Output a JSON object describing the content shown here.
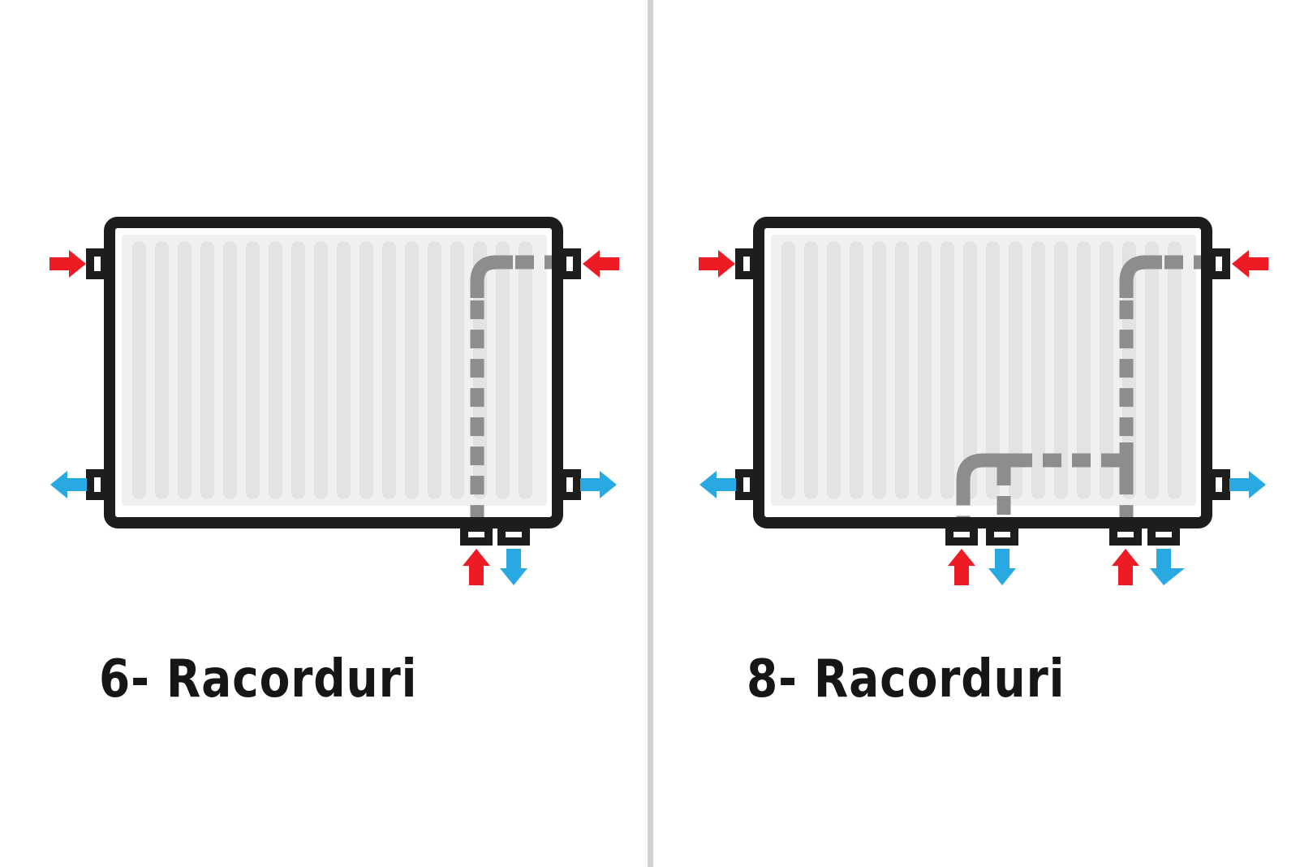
{
  "colors": {
    "paper": "#ffffff",
    "ink": "#161616",
    "outline": "#1d1d1b",
    "hot": "#ed1c24",
    "cold": "#29a9e1",
    "pipe": "#8d8d8d",
    "divider": "#d2d2d2",
    "panel": "#f0f0f0",
    "fin": "#e3e3e3"
  },
  "diagrams": [
    {
      "label": "6- Racorduri",
      "connections": 6,
      "ports": [
        {
          "position": "left-top",
          "flow": "hot-in",
          "arrow": "right"
        },
        {
          "position": "left-bottom",
          "flow": "cold-out",
          "arrow": "left"
        },
        {
          "position": "right-top",
          "flow": "hot-in",
          "arrow": "left"
        },
        {
          "position": "right-bottom",
          "flow": "cold-out",
          "arrow": "right"
        },
        {
          "position": "bottom-1",
          "flow": "hot-in",
          "arrow": "up"
        },
        {
          "position": "bottom-2",
          "flow": "cold-out",
          "arrow": "down"
        }
      ]
    },
    {
      "label": "8- Racorduri",
      "connections": 8,
      "ports": [
        {
          "position": "left-top",
          "flow": "hot-in",
          "arrow": "right"
        },
        {
          "position": "left-bottom",
          "flow": "cold-out",
          "arrow": "left"
        },
        {
          "position": "right-top",
          "flow": "hot-in",
          "arrow": "left"
        },
        {
          "position": "right-bottom",
          "flow": "cold-out",
          "arrow": "right"
        },
        {
          "position": "bottom-1",
          "flow": "hot-in",
          "arrow": "up"
        },
        {
          "position": "bottom-2",
          "flow": "cold-out",
          "arrow": "down"
        },
        {
          "position": "bottom-3",
          "flow": "hot-in",
          "arrow": "up"
        },
        {
          "position": "bottom-4",
          "flow": "cold-out",
          "arrow": "down"
        }
      ]
    }
  ]
}
